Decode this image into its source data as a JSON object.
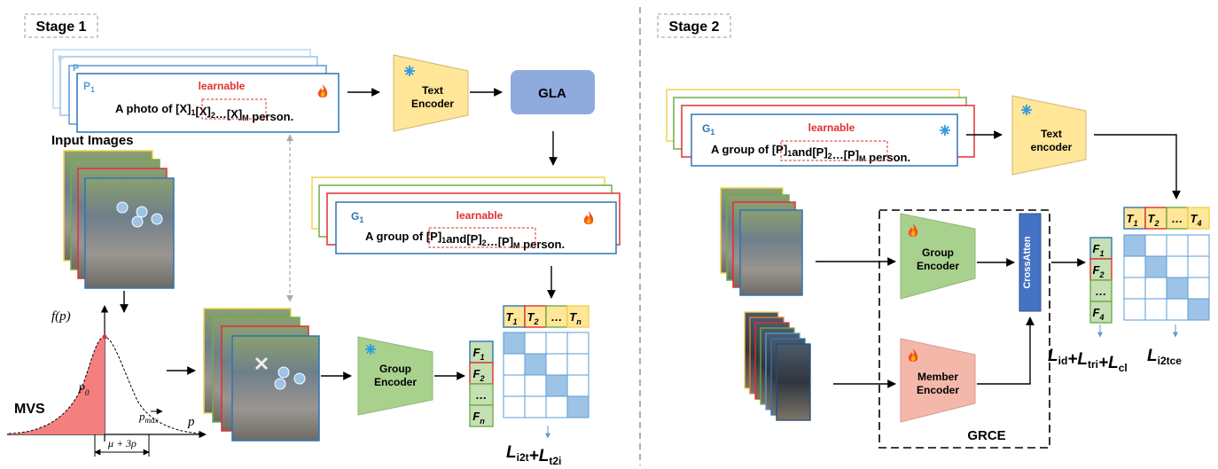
{
  "stage1": {
    "title": "Stage 1",
    "prompt_p": {
      "back_labels": [
        "P",
        "P"
      ],
      "label": "P",
      "label_sub": "1",
      "learnable": "learnable",
      "text_pre": "A photo of ",
      "tokens": [
        {
          "t": "[X]",
          "s": "1"
        },
        {
          "t": "[X]",
          "s": "2"
        },
        {
          "t": "…",
          "s": ""
        },
        {
          "t": "[X]",
          "s": "M"
        }
      ],
      "text_post": " person."
    },
    "text_encoder": [
      "Text",
      "Encoder"
    ],
    "gla": "GLA",
    "input_images": "Input Images",
    "prompt_g": {
      "label": "G",
      "label_sub": "1",
      "learnable": "learnable",
      "text_pre": "A group of ",
      "tokens": [
        {
          "t": "[P]",
          "s": "1"
        },
        {
          "t": "and",
          "s": ""
        },
        {
          "t": "[P]",
          "s": "2"
        },
        {
          "t": "…",
          "s": ""
        },
        {
          "t": "[P]",
          "s": "M"
        }
      ],
      "text_post": " person."
    },
    "mvs": {
      "fn": "f(p)",
      "label": "MVS",
      "p0": "P",
      "p0_sub": "0",
      "pmax": "p",
      "pmax_sub": "max",
      "axis": "p",
      "interval": "μ + 3ρ"
    },
    "group_encoder": [
      "Group",
      "Encoder"
    ],
    "features": [
      {
        "t": "F",
        "s": "1"
      },
      {
        "t": "F",
        "s": "2"
      },
      {
        "t": "…",
        "s": ""
      },
      {
        "t": "F",
        "s": "n"
      }
    ],
    "texts": [
      {
        "t": "T",
        "s": "1"
      },
      {
        "t": "T",
        "s": "2"
      },
      {
        "t": "…",
        "s": ""
      },
      {
        "t": "T",
        "s": "n"
      }
    ],
    "loss": [
      {
        "t": "L",
        "s": "i2t"
      },
      {
        "t": "+L",
        "s": "t2i"
      }
    ]
  },
  "stage2": {
    "title": "Stage 2",
    "prompt_g": {
      "label": "G",
      "label_sub": "1",
      "learnable": "learnable",
      "text_pre": "A group of ",
      "tokens": [
        {
          "t": "[P]",
          "s": "1"
        },
        {
          "t": "and",
          "s": ""
        },
        {
          "t": "[P]",
          "s": "2"
        },
        {
          "t": "…",
          "s": ""
        },
        {
          "t": "[P]",
          "s": "M"
        }
      ],
      "text_post": " person."
    },
    "text_encoder": [
      "Text",
      "encoder"
    ],
    "group_encoder": [
      "Group",
      "Encoder"
    ],
    "member_encoder": [
      "Member",
      "Encoder"
    ],
    "cross_atten": "CrossAtten",
    "grce": "GRCE",
    "features": [
      {
        "t": "F",
        "s": "1"
      },
      {
        "t": "F",
        "s": "2"
      },
      {
        "t": "…",
        "s": ""
      },
      {
        "t": "F",
        "s": "4"
      }
    ],
    "texts": [
      {
        "t": "T",
        "s": "1"
      },
      {
        "t": "T",
        "s": "2"
      },
      {
        "t": "…",
        "s": ""
      },
      {
        "t": "T",
        "s": "4"
      }
    ],
    "loss_left": [
      {
        "t": "L",
        "s": "id"
      },
      {
        "t": "+L",
        "s": "tri"
      },
      {
        "t": "+L",
        "s": "cl"
      }
    ],
    "loss_right": [
      {
        "t": "L",
        "s": "i2tce"
      }
    ]
  },
  "colors": {
    "encoder_text": "#FFE699",
    "encoder_group": "#A9D18E",
    "encoder_member": "#F4B8AA",
    "gla": "#8FAADC",
    "cross_atten": "#4472C4",
    "mvs_fill": "#F37F7F",
    "feature_cell": "#C5E0B4",
    "text_cell": "#FFE699",
    "matrix_diag": "#9DC3E6",
    "prompt_red": "#E03030",
    "prompt_blue": "#2E75B6"
  }
}
